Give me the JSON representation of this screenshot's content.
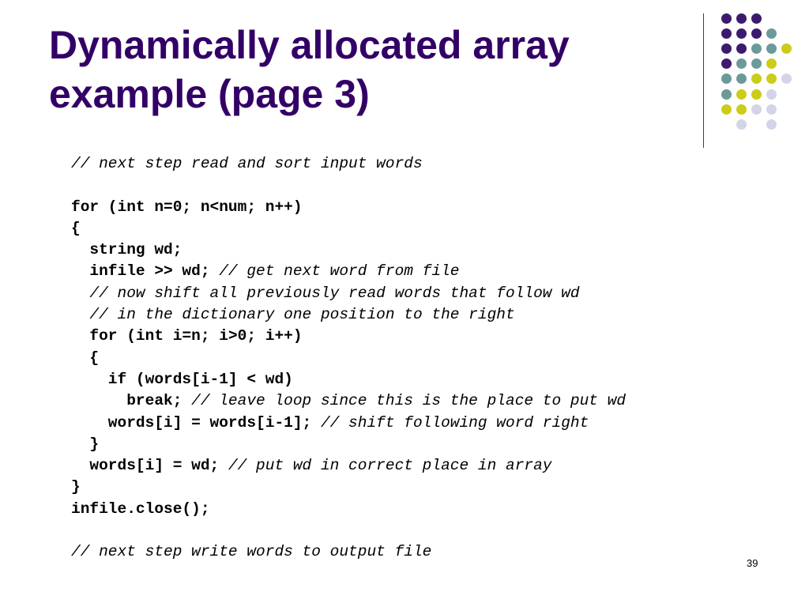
{
  "slide": {
    "title_line1": "Dynamically allocated array",
    "title_line2": "example (page 3)",
    "page_number": "39"
  },
  "colors": {
    "title": "#330066",
    "purple": "#3d1a6e",
    "teal": "#6b9a9a",
    "lime": "#cccc1a",
    "lavender": "#d4d4e8"
  },
  "dot_grid": [
    [
      "purple",
      "purple",
      "purple",
      "",
      "",
      ""
    ],
    [
      "purple",
      "purple",
      "purple",
      "teal",
      "",
      ""
    ],
    [
      "purple",
      "purple",
      "teal",
      "teal",
      "lime",
      ""
    ],
    [
      "purple",
      "teal",
      "teal",
      "lime",
      "",
      ""
    ],
    [
      "teal",
      "teal",
      "lime",
      "lime",
      "lavender",
      ""
    ],
    [
      "teal",
      "lime",
      "lime",
      "lavender",
      "",
      ""
    ],
    [
      "lime",
      "lime",
      "lavender",
      "lavender",
      "",
      ""
    ],
    [
      "",
      "lavender",
      "",
      "lavender",
      "",
      ""
    ]
  ],
  "code": [
    {
      "bold": "",
      "comment": "// next step read and sort input words"
    },
    {
      "bold": "",
      "comment": ""
    },
    {
      "bold": "for (int n=0; n<num; n++)",
      "comment": ""
    },
    {
      "bold": "{",
      "comment": ""
    },
    {
      "bold": "  string wd;",
      "comment": ""
    },
    {
      "bold": "  infile >> wd; ",
      "comment": "// get next word from file"
    },
    {
      "bold": "  ",
      "comment": "// now shift all previously read words that follow wd"
    },
    {
      "bold": "  ",
      "comment": "// in the dictionary one position to the right"
    },
    {
      "bold": "  for (int i=n; i>0; i++)",
      "comment": ""
    },
    {
      "bold": "  {",
      "comment": ""
    },
    {
      "bold": "    if (words[i-1] < wd)",
      "comment": ""
    },
    {
      "bold": "      break; ",
      "comment": "// leave loop since this is the place to put wd"
    },
    {
      "bold": "    words[i] = words[i-1]; ",
      "comment": "// shift following word right"
    },
    {
      "bold": "  }",
      "comment": ""
    },
    {
      "bold": "  words[i] = wd; ",
      "comment": "// put wd in correct place in array"
    },
    {
      "bold": "}",
      "comment": ""
    },
    {
      "bold": "infile.close();",
      "comment": ""
    },
    {
      "bold": "",
      "comment": ""
    },
    {
      "bold": "",
      "comment": "// next step write words to output file"
    }
  ]
}
